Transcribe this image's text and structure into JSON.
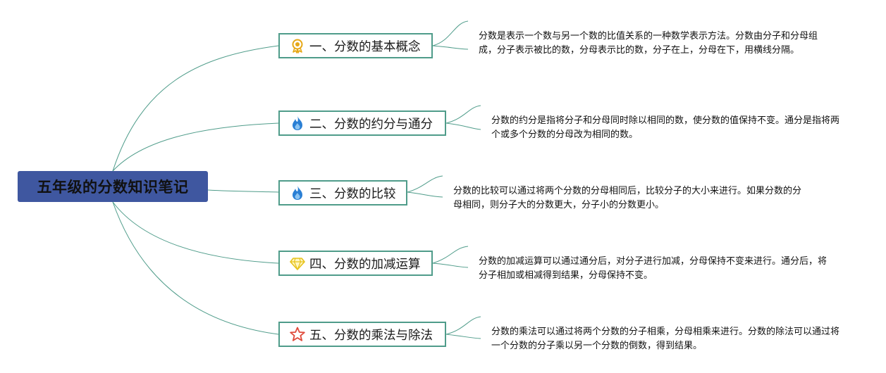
{
  "root": {
    "title": "五年级的分数知识笔记"
  },
  "branches": [
    {
      "label": "一、分数的基本概念",
      "icon": "ribbon-medal-icon",
      "note": "分数是表示一个数与另一个数的比值关系的一种数学表示方法。分数由分子和分母组成，分子表示被比的数，分母表示比的数，分子在上，分母在下，用横线分隔。"
    },
    {
      "label": "二、分数的约分与通分",
      "icon": "fire-icon",
      "note": "分数的约分是指将分子和分母同时除以相同的数，使分数的值保持不变。通分是指将两个或多个分数的分母改为相同的数。"
    },
    {
      "label": "三、分数的比较",
      "icon": "fire-icon",
      "note": "分数的比较可以通过将两个分数的分母相同后，比较分子的大小来进行。如果分数的分母相同，则分子大的分数更大，分子小的分数更小。"
    },
    {
      "label": "四、分数的加减运算",
      "icon": "diamond-icon",
      "note": "分数的加减运算可以通过通分后，对分子进行加减，分母保持不变来进行。通分后，将分子相加或相减得到结果，分母保持不变。"
    },
    {
      "label": "五、分数的乘法与除法",
      "icon": "star-icon",
      "note": "分数的乘法可以通过将两个分数的分子相乘，分母相乘来进行。分数的除法可以通过将一个分数的分子乘以另一个分数的倒数，得到结果。"
    }
  ],
  "colors": {
    "root_fill": "#3f57a0",
    "branch_border": "#4f9c8a",
    "connector": "#4f9c8a"
  }
}
